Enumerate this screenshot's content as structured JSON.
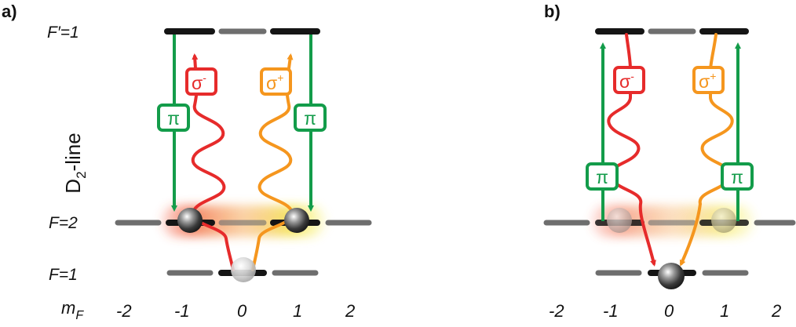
{
  "panels": {
    "a": {
      "tag": "a)",
      "d2_label": "D",
      "d2_sub": "2",
      "d2_suffix": "-line"
    },
    "b": {
      "tag": "b)"
    }
  },
  "levels": {
    "f_prime": "F′=1",
    "f2": "F=2",
    "f1": "F=1",
    "mf": "m",
    "mf_sub": "F"
  },
  "mf_values": [
    "-2",
    "-1",
    "0",
    "1",
    "2"
  ],
  "transitions": {
    "sigma_minus": "σ",
    "sigma_minus_sup": "-",
    "sigma_plus": "σ",
    "sigma_plus_sup": "+",
    "pi": "π"
  },
  "colors": {
    "sigma_minus": "#e62b2b",
    "sigma_plus": "#f5961e",
    "pi": "#139c4a",
    "level_dark": "#151515",
    "level_gray": "#6e6e6e"
  }
}
